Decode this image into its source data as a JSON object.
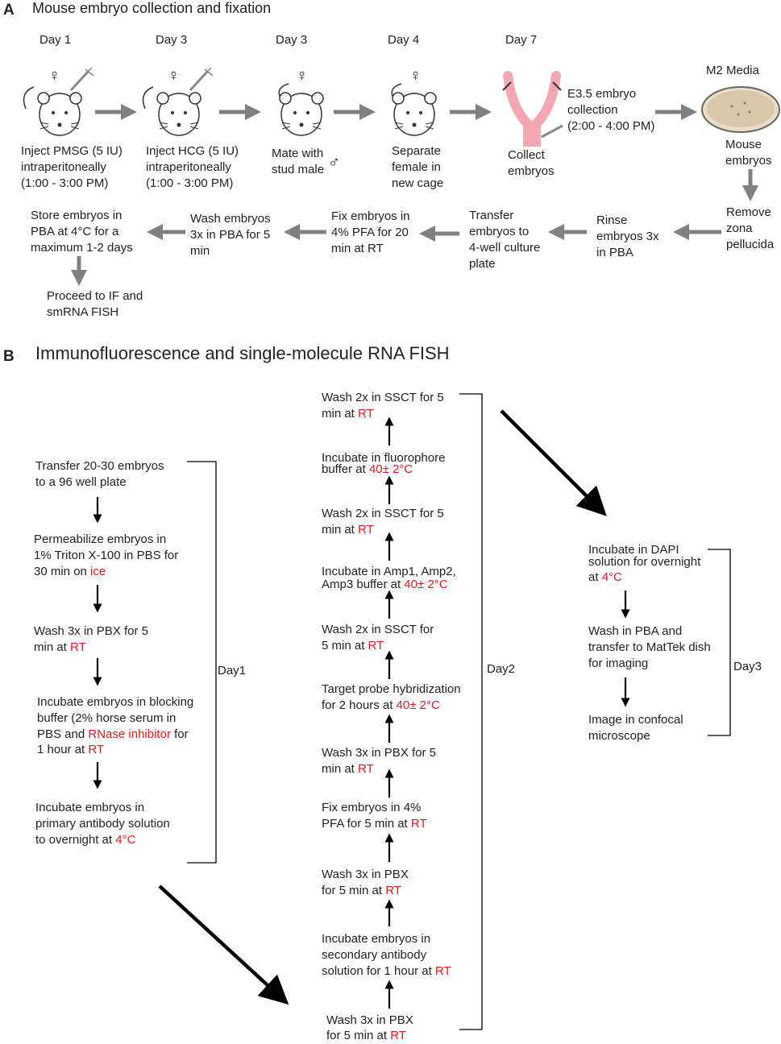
{
  "panelA": {
    "letter": "A",
    "title": "Mouse embryo collection and fixation",
    "days": [
      "Day 1",
      "Day 3",
      "Day 3",
      "Day 4",
      "Day 7"
    ],
    "steps": [
      [
        "Inject PMSG (5 IU)",
        "intraperitoneally",
        "(1:00 - 3:00 PM)"
      ],
      [
        "Inject HCG (5 IU)",
        "intraperitoneally",
        "(1:00 - 3:00 PM)"
      ],
      [
        "Mate with",
        "stud male"
      ],
      [
        "Separate",
        "female in",
        "new cage"
      ],
      [
        "Collect",
        "embryos"
      ]
    ],
    "female_symbol": "♀",
    "male_symbol": "♂",
    "e35": [
      "E3.5 embryo",
      "collection",
      "(2:00 - 4:00 PM)"
    ],
    "m2_media": "M2 Media",
    "mouse_embryos": [
      "Mouse",
      "embryos"
    ],
    "remove_zona": [
      "Remove",
      "zona",
      "pellucida"
    ],
    "rinse": [
      "Rinse",
      "embryos 3x",
      "in PBA"
    ],
    "transfer": [
      "Transfer",
      "embryos to",
      "4-well culture",
      "plate"
    ],
    "fix": [
      "Fix embryos in",
      "4% PFA for 20",
      "min at RT"
    ],
    "wash": [
      "Wash embryos",
      "3x in PBA for 5",
      "min"
    ],
    "store": [
      "Store embryos in",
      "PBA at 4°C for a",
      "maximum 1-2 days"
    ],
    "proceed": [
      "Proceed to IF and",
      "smRNA FISH"
    ]
  },
  "panelB": {
    "letter": "B",
    "title": "Immunofluorescence and single-molecule RNA FISH",
    "day1_label": "Day1",
    "day2_label": "Day2",
    "day3_label": "Day3",
    "day1": {
      "s1": [
        "Transfer 20-30 embryos",
        "to a 96 well plate"
      ],
      "s2": [
        "Permeabilize embryos in",
        "1% Triton X-100 in PBS for"
      ],
      "s2_l3a": "30 min on ",
      "s2_l3b": "ice",
      "s3_l1": "Wash 3x in PBX for 5",
      "s3_l2a": "min at ",
      "s3_l2b": "RT",
      "s4": [
        "Incubate embryos in blocking",
        "buffer (2% horse serum in"
      ],
      "s4_l3a": "PBS and ",
      "s4_l3b": "RNase inhibitor",
      "s4_l3c": " for",
      "s4_l4a": "1 hour at ",
      "s4_l4b": "RT",
      "s5": [
        "Incubate embryos in",
        "primary antibody solution"
      ],
      "s5_l3a": "to overnight at ",
      "s5_l3b": "4°C"
    },
    "day2": {
      "s1_l1": "Wash 3x in PBX",
      "s1_l2a": "for 5 min at ",
      "s1_l2b": "RT",
      "s2": [
        "Incubate embryos in",
        "secondary antibody"
      ],
      "s2_l3a": "solution  for 1 hour at ",
      "s2_l3b": "RT",
      "s3_l1": "Wash 3x in PBX",
      "s3_l2a": "for 5 min at ",
      "s3_l2b": "RT",
      "s4_l1": "Fix embryos in 4%",
      "s4_l2a": "PFA for 5 min at ",
      "s4_l2b": "RT",
      "s5_l1": "Wash 3x in PBX for 5",
      "s5_l2a": "min at ",
      "s5_l2b": "RT",
      "s6_l1": "Target probe hybridization",
      "s6_l2a": "for 2 hours at ",
      "s6_l2b": "40± 2°C",
      "s7_l1": "Wash 2x in SSCT for",
      "s7_l2a": "5 min at ",
      "s7_l2b": "RT",
      "s8": [
        "Incubate in Amp1, Amp2,"
      ],
      "s8_l2a": "Amp3 buffer at ",
      "s8_l2b": "40± 2°C",
      "s9_l1": "Wash 2x in SSCT for 5",
      "s9_l2a": "min at ",
      "s9_l2b": "RT",
      "s10_l1": "Incubate in fluorophore",
      "s10_l2a": "buffer at ",
      "s10_l2b": "40± 2°C",
      "s11_l1": "Wash 2x in SSCT for 5",
      "s11_l2a": "min at ",
      "s11_l2b": "RT"
    },
    "day3": {
      "s1": [
        "Incubate in DAPI",
        "solution for overnight"
      ],
      "s1_l3a": "at ",
      "s1_l3b": "4°C",
      "s2": [
        "Wash in PBA and",
        "transfer to MatTek dish",
        "for imaging"
      ],
      "s3": [
        "Image in confocal",
        "microscope"
      ]
    }
  },
  "colors": {
    "highlight": "#e8191c",
    "gray_arrow": "#808080",
    "text": "#222222",
    "uterus": "#f2a7b1",
    "dish": "#d9c7ac"
  }
}
